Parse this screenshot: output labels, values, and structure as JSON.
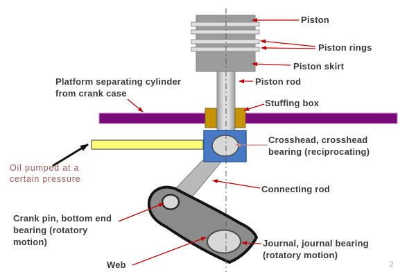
{
  "slide": {
    "page_number": "2"
  },
  "colors": {
    "arrow-red": "#C00000",
    "arrow-pink": "#C98585",
    "label-text": "#3A3A3A",
    "oil-text": "#A25858",
    "platform-purple": "#7A097A",
    "stuffing-gold": "#C79409",
    "crosshead-blue": "#4779C4",
    "oil-yellow": "#FDFD77",
    "metal-gray": "#9C9C9C",
    "web-gray": "#8C8C8C",
    "bearing-light": "#D8D8D8",
    "page-number-gray": "#ABABAB"
  },
  "labels": {
    "piston": "Piston",
    "piston_rings": "Piston rings",
    "piston_skirt": "Piston skirt",
    "piston_rod": "Piston rod",
    "platform": "Platform separating cylinder from crank case",
    "stuffing_box": "Stuffing box",
    "crosshead": "Crosshead, crosshead bearing (reciprocating)",
    "oil": "Oil pumped at a certain pressure",
    "connecting_rod": "Connecting rod",
    "crank_pin": "Crank pin, bottom end bearing (rotatory motion)",
    "journal": "Journal, journal bearing (rotatory motion)",
    "web": "Web"
  }
}
